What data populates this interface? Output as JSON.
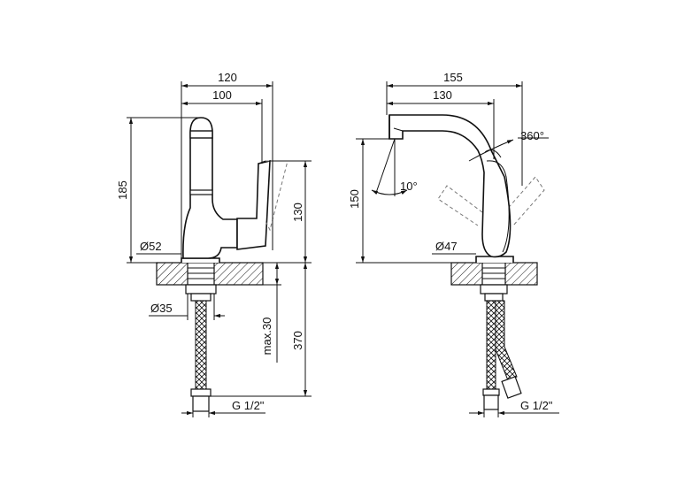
{
  "left_view": {
    "dim_width_total": "120",
    "dim_width_spout": "100",
    "dim_height_total": "185",
    "dim_height_handle": "130",
    "dim_base_diameter": "Ø52",
    "dim_shank_diameter": "Ø35",
    "dim_max_thickness": "max.30",
    "dim_hose_length": "370",
    "dim_thread": "G 1/2\""
  },
  "right_view": {
    "dim_reach_total": "155",
    "dim_reach_spout": "130",
    "dim_height": "150",
    "dim_rotation": "360°",
    "dim_angle": "10°",
    "dim_base_diameter": "Ø47",
    "dim_thread": "G 1/2\""
  }
}
